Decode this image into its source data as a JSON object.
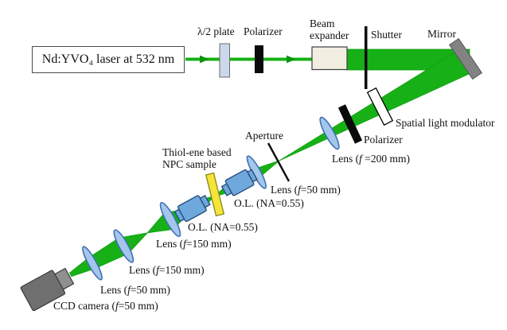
{
  "figure": {
    "kind": "optical-setup-diagram",
    "laser_label": "Nd:YVO₄ laser at 532 nm"
  },
  "labels": {
    "half_wave_plate": "λ/2 plate",
    "polarizer_top": "Polarizer",
    "beam_expander_line1": "Beam",
    "beam_expander_line2": "expander",
    "shutter": "Shutter",
    "mirror": "Mirror",
    "spatial_light_modulator": "Spatial light modulator",
    "polarizer_diag": "Polarizer",
    "lens_200": "Lens (f =200 mm)",
    "aperture": "Aperture",
    "lens_50_first": "Lens (f=50 mm)",
    "objective_right": "O.L. (NA=0.55)",
    "sample_line1": "Thiol-ene based",
    "sample_line2": "NPC sample",
    "objective_left": "O.L. (NA=0.55)",
    "lens_150_first": "Lens (f=150 mm)",
    "lens_150_second": "Lens (f=150 mm)",
    "lens_50_second": "Lens (f=50 mm)",
    "ccd_camera": "CCD camera (f=50 mm)"
  },
  "colors": {
    "beam_green": "#17b117",
    "beam_arrow_green": "#0b940b",
    "lens_fill": "#a3c6ea",
    "objective_fill": "#6fa8dc",
    "half_wave_plate_fill": "#ccd7eb",
    "beam_expander_fill": "#f2efe2",
    "mirror_fill": "#828282",
    "slm_fill": "#ffffff",
    "polarizer_fill": "#0a0a0a",
    "sample_fill": "#f5e53a",
    "camera_body_fill": "#6f6f6f",
    "camera_snout_fill": "#8f8f8f"
  }
}
